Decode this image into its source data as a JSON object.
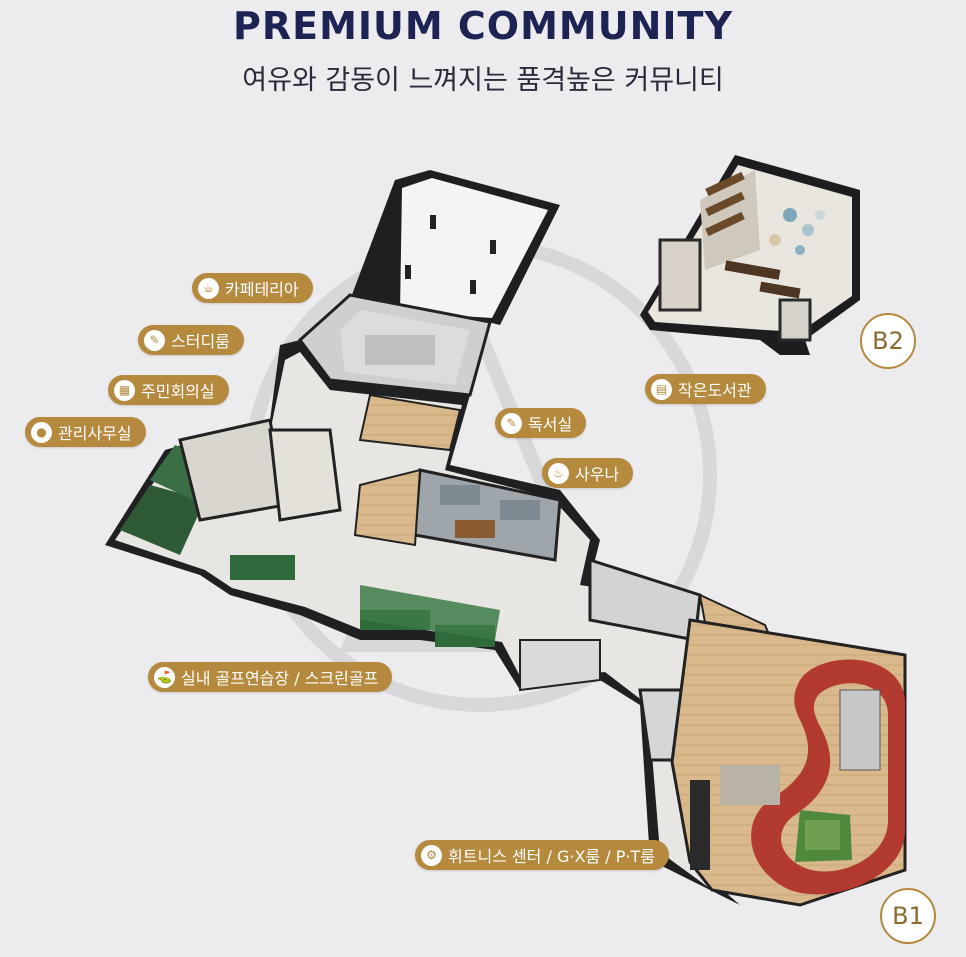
{
  "header": {
    "title": "PREMIUM COMMUNITY",
    "subtitle": "여유와 감동이 느껴지는 품격높은 커뮤니티"
  },
  "floors": {
    "b2": "B2",
    "b1": "B1"
  },
  "labels": {
    "cafeteria": "카페테리아",
    "study_room": "스터디룸",
    "meeting_room": "주민회의실",
    "office": "관리사무실",
    "reading_room": "독서실",
    "sauna": "사우나",
    "library": "작은도서관",
    "golf": "실내 골프연습장 / 스크린골프",
    "fitness": "휘트니스 센터 / G·X룸 / P·T룸"
  },
  "icons": {
    "cafeteria": "coffee-cup-icon",
    "study_room": "pencil-icon",
    "meeting_room": "meeting-table-icon",
    "office": "person-icon",
    "reading_room": "pencil-icon",
    "sauna": "steam-icon",
    "library": "book-icon",
    "golf": "golfer-icon",
    "fitness": "cyclist-icon"
  },
  "colors": {
    "accent": "#b58a3e",
    "title": "#1d2353",
    "background": "#ececee"
  }
}
